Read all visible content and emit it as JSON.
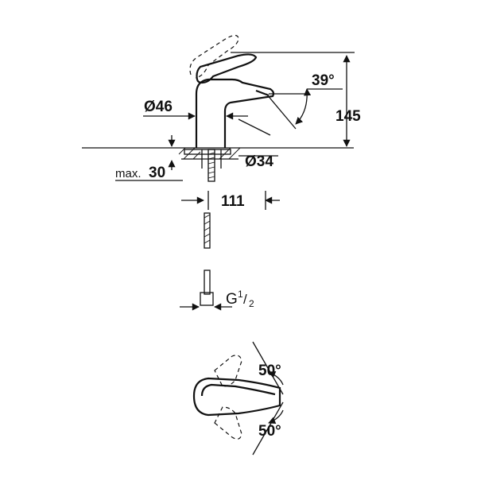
{
  "dimensions": {
    "spout_angle": "39°",
    "height": "145",
    "body_diameter": "Ø46",
    "hole_diameter": "Ø34",
    "max_thickness_prefix": "max.",
    "max_thickness_value": "30",
    "reach": "111",
    "connection_g": "G",
    "connection_sup": "1",
    "connection_slash": "/",
    "connection_sub": "2",
    "rotation_top": "50°",
    "rotation_bottom": "50°"
  },
  "colors": {
    "ink": "#111111",
    "background": "#ffffff"
  }
}
